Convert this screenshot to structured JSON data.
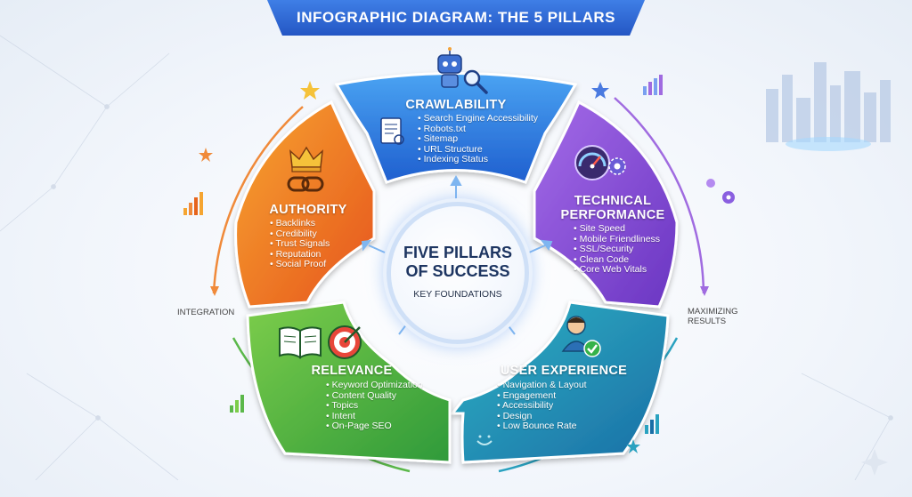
{
  "header": {
    "title": "INFOGRAPHIC DIAGRAM: THE 5 PILLARS"
  },
  "center": {
    "title_line1": "FIVE PILLARS",
    "title_line2": "OF SUCCESS",
    "subtitle": "KEY FOUNDATIONS"
  },
  "pillars": [
    {
      "title_line1": "CRAWLABILITY",
      "title_line2": "",
      "color": "#2f7fe0",
      "items": [
        "Search Engine Accessibility",
        "Robots.txt",
        "Sitemap",
        "URL Structure",
        "Indexing Status"
      ],
      "icons": [
        "robot-icon",
        "magnifier-icon",
        "document-icon"
      ]
    },
    {
      "title_line1": "TECHNICAL",
      "title_line2": "PERFORMANCE",
      "color": "#8a4fd6",
      "items": [
        "Site Speed",
        "Mobile Friendliness",
        "SSL/Security",
        "Clean Code",
        "Core Web Vitals"
      ],
      "icons": [
        "speedometer-icon",
        "gear-icon"
      ]
    },
    {
      "title_line1": "USER EXPERIENCE",
      "title_line2": "",
      "color": "#1f8fa8",
      "items": [
        "Navigation & Layout",
        "Engagement",
        "Accessibility",
        "Design",
        "Low Bounce Rate"
      ],
      "icons": [
        "user-avatar-icon",
        "checkmark-icon",
        "smiley-icon"
      ]
    },
    {
      "title_line1": "RELEVANCE",
      "title_line2": "",
      "color": "#4aaa3a",
      "items": [
        "Keyword Optimization",
        "Content Quality",
        "Topics",
        "Intent",
        "On-Page SEO"
      ],
      "icons": [
        "open-book-icon",
        "target-icon"
      ]
    },
    {
      "title_line1": "AUTHORITY",
      "title_line2": "",
      "color": "#f07a22",
      "items": [
        "Backlinks",
        "Credibility",
        "Trust Signals",
        "Reputation",
        "Social Proof"
      ],
      "icons": [
        "crown-icon",
        "chain-link-icon"
      ]
    }
  ],
  "side_labels": {
    "left": "INTEGRATION",
    "right_line1": "MAXIMIZING",
    "right_line2": "RESULTS"
  }
}
